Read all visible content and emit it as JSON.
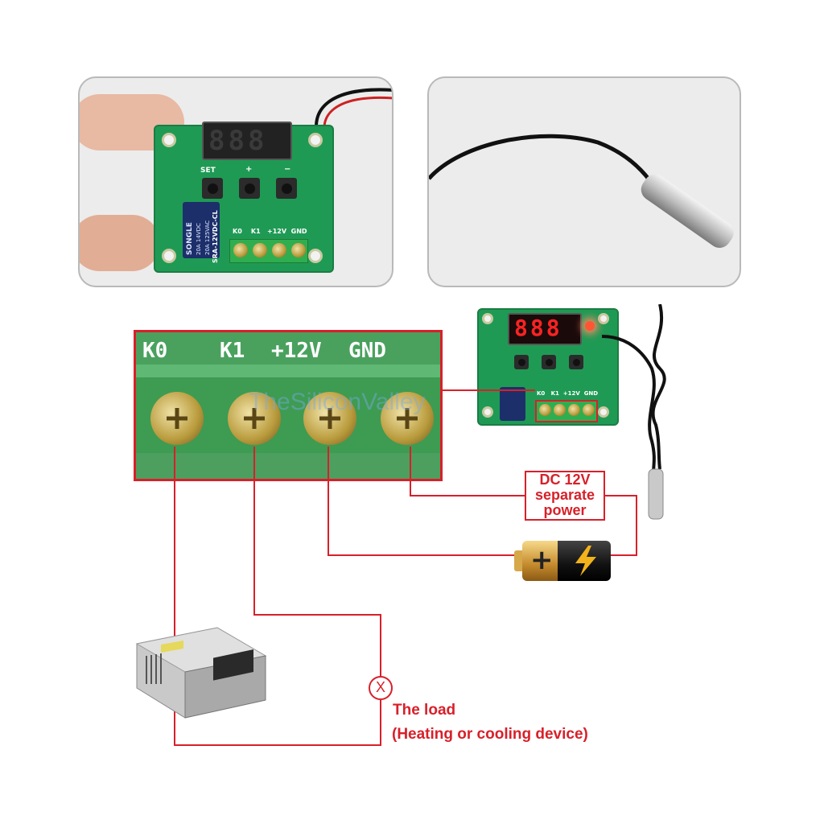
{
  "board": {
    "set_label": "SET",
    "plus_label": "+",
    "minus_label": "−",
    "relay_brand": "SONGLE",
    "relay_model": "SRA-12VDC-CL",
    "relay_rating_1": "20A 14VDC",
    "relay_rating_2": "20A 125VAC",
    "terminal_labels": [
      "K0",
      "K1",
      "+12V",
      "GND"
    ],
    "display_text": "888"
  },
  "closeup": {
    "terminal_labels": [
      "K0",
      "K1",
      "+12V",
      "GND"
    ],
    "watermark": "TheSiliconValley"
  },
  "diagram": {
    "power_label_line1": "DC 12V",
    "power_label_line2": "separate",
    "power_label_line3": "power",
    "load_symbol": "X",
    "load_title": "The load",
    "load_subtitle": "(Heating or cooling device)",
    "battery_plus": "+",
    "colors": {
      "wire": "#d8202a",
      "terminal_green": "#3e9b52",
      "pcb_green": "#1f9a54",
      "display_red": "#ff2222"
    }
  }
}
